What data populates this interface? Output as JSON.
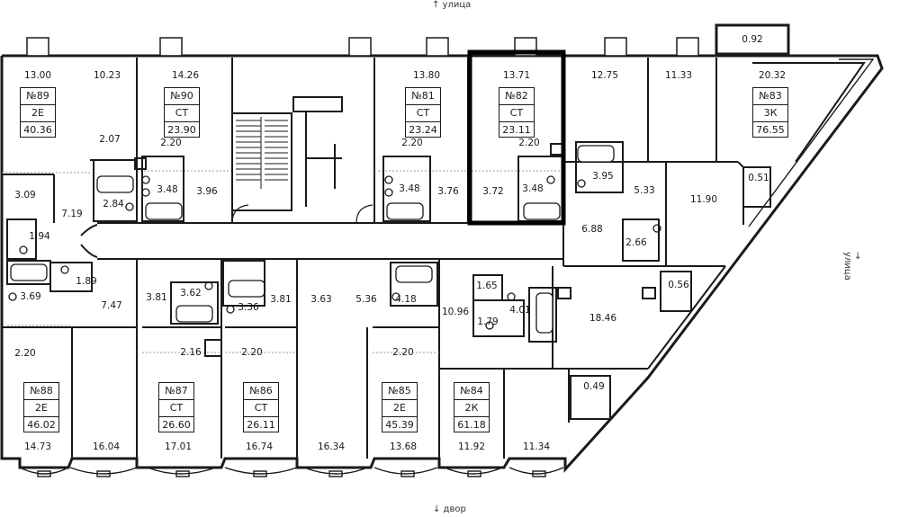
{
  "compass": {
    "top": "↑ улица",
    "bottom": "↓ двор",
    "right": "→ улица"
  },
  "apartments": [
    {
      "id": "89",
      "number": "№89",
      "type": "2Е",
      "area": "40.36"
    },
    {
      "id": "90",
      "number": "№90",
      "type": "СТ",
      "area": "23.90"
    },
    {
      "id": "81",
      "number": "№81",
      "type": "СТ",
      "area": "23.24"
    },
    {
      "id": "82",
      "number": "№82",
      "type": "СТ",
      "area": "23.11",
      "highlighted": true
    },
    {
      "id": "83",
      "number": "№83",
      "type": "3К",
      "area": "76.55"
    },
    {
      "id": "88",
      "number": "№88",
      "type": "2Е",
      "area": "46.02"
    },
    {
      "id": "87",
      "number": "№87",
      "type": "СТ",
      "area": "26.60"
    },
    {
      "id": "86",
      "number": "№86",
      "type": "СТ",
      "area": "26.11"
    },
    {
      "id": "85",
      "number": "№85",
      "type": "2Е",
      "area": "45.39"
    },
    {
      "id": "84",
      "number": "№84",
      "type": "2К",
      "area": "61.18"
    }
  ],
  "room_areas": [
    "13.00",
    "10.23",
    "14.26",
    "13.80",
    "13.71",
    "12.75",
    "11.33",
    "20.32",
    "0.92",
    "2.07",
    "2.20",
    "2.20",
    "2.20",
    "3.95",
    "5.33",
    "11.90",
    "0.51",
    "3.09",
    "7.19",
    "2.84",
    "3.48",
    "3.96",
    "3.48",
    "3.76",
    "3.72",
    "3.48",
    "1.94",
    "6.88",
    "2.66",
    "1.89",
    "3.69",
    "7.47",
    "3.81",
    "3.62",
    "3.36",
    "3.81",
    "3.63",
    "5.36",
    "4.18",
    "1.65",
    "10.96",
    "4.01",
    "1.79",
    "18.46",
    "0.56",
    "2.20",
    "2.16",
    "2.20",
    "2.20",
    "0.49",
    "14.73",
    "16.04",
    "17.01",
    "16.74",
    "16.34",
    "13.68",
    "11.92",
    "11.34"
  ],
  "colors": {
    "wall": "#1a1a1a",
    "highlight": "#000000",
    "dashed": "#9a9a9a",
    "background": "#ffffff"
  }
}
